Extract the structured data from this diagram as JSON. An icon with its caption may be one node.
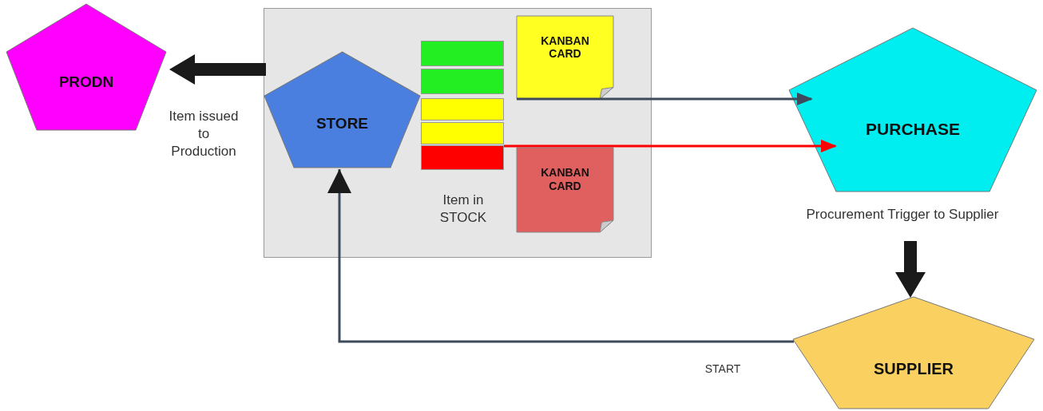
{
  "diagram": {
    "nodes": [
      {
        "text": [],
        "shape": "box"
      },
      {
        "text": [
          "PRODN"
        ]
      },
      {
        "text": [
          "STORE"
        ],
        "in": 0
      },
      {
        "text": [],
        "shape": "bar",
        "in": 0
      },
      {
        "text": [],
        "shape": "bar",
        "in": 0
      },
      {
        "text": [],
        "shape": "bar",
        "in": 0
      },
      {
        "text": [],
        "shape": "bar",
        "in": 0
      },
      {
        "text": [],
        "shape": "bar",
        "in": 0
      },
      {
        "text": [
          "KANBAN CARD"
        ],
        "in": 0
      },
      {
        "text": [
          "KANBAN CARD"
        ],
        "in": 0
      },
      {
        "text": [
          "PURCHASE"
        ],
        "beside": [
          "Procurement Trigger to Supplier"
        ]
      },
      {
        "text": [
          "SUPPLIER"
        ]
      }
    ],
    "edges": [
      {
        "from": 2,
        "to": 1,
        "arrow": "to",
        "style": "thick",
        "color": "#1a1a1a"
      },
      {
        "from": 8,
        "to": 10,
        "arrow": "to"
      },
      {
        "from": 7,
        "to": 10,
        "arrow": "to",
        "color": "#ff0000"
      },
      {
        "from": 10,
        "to": 11,
        "arrow": "to",
        "style": "thick",
        "color": "#1a1a1a"
      },
      {
        "from": 11,
        "to": 2,
        "arrow": "to"
      }
    ],
    "labels": [
      "Item issued to Production",
      "Item in STOCK",
      "START"
    ]
  }
}
